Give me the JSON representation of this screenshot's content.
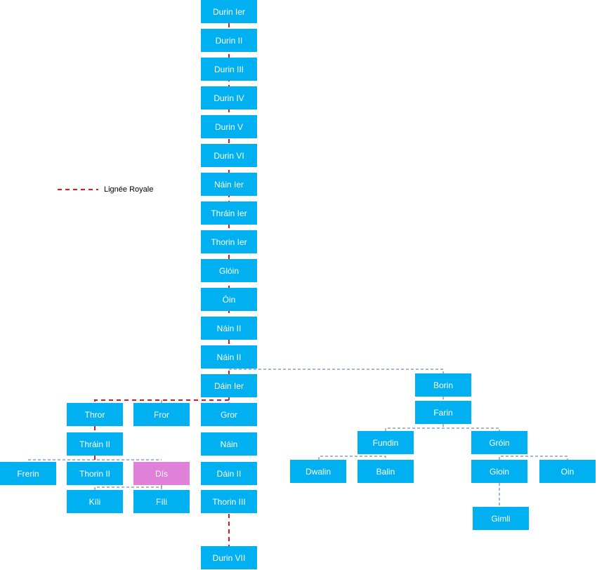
{
  "legend": {
    "label": "Lignée Royale",
    "line_color": "#e8141a"
  },
  "colors": {
    "node": "#00b0f0",
    "highlight": "#e080d8",
    "branch_line": "#4a6fa8",
    "royal_line": "#e8141a"
  },
  "nodes": {
    "durin1": "Durin Ier",
    "durin2": "Durin II",
    "durin3": "Durin III",
    "durin4": "Durin IV",
    "durin5": "Durin V",
    "durin6": "Durin VI",
    "nain1": "Náin Ier",
    "thrain1": "Thráin Ier",
    "thorin1": "Thorin Ier",
    "gloin_old": "Glóin",
    "oin_old": "Óin",
    "nain2a": "Náin II",
    "nain2b": "Náin II",
    "dain1": "Dáin Ier",
    "borin": "Borin",
    "farin": "Farin",
    "thror": "Thror",
    "fror": "Fror",
    "gror": "Gror",
    "thrain2": "Thráin II",
    "nain3": "Náin",
    "fundin": "Fundin",
    "groin": "Gróin",
    "frerin": "Frerin",
    "thorin2": "Thorin II",
    "dis": "Dís",
    "dain2": "Dáin II",
    "dwalin": "Dwalin",
    "balin": "Balin",
    "gloin": "Gloin",
    "oin": "Oin",
    "kili": "Kíli",
    "fili": "Fíli",
    "thorin3": "Thorin III",
    "gimli": "Gimli",
    "durin7": "Durin VII"
  }
}
